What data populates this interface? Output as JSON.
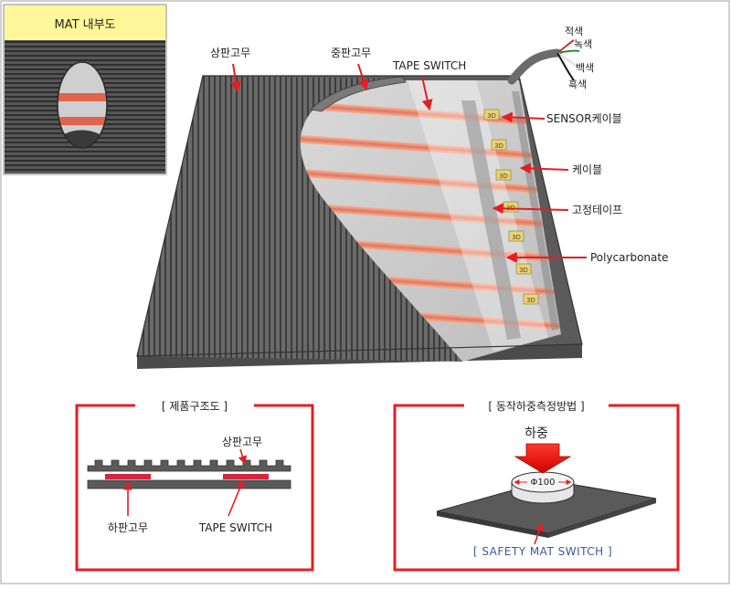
{
  "main_diagram": {
    "labels": {
      "top_rubber": "상판고무",
      "middle_rubber": "중판고무",
      "tape_switch": "TAPE SWITCH",
      "sensor_cable": "SENSOR케이블",
      "cable": "케이블",
      "fixing_tape": "고정테이프",
      "polycarbonate": "Polycarbonate"
    },
    "wires": [
      "적색",
      "녹색",
      "백색",
      "흑색"
    ],
    "connector_text": "3D"
  },
  "inset": {
    "title": "MAT 내부도"
  },
  "structure_panel": {
    "title": "[ 제품구조도 ]",
    "labels": {
      "top_rubber": "상판고무",
      "bottom_rubber": "하판고무",
      "tape_switch": "TAPE SWITCH"
    }
  },
  "method_panel": {
    "title": "[ 동작하중측정방법 ]",
    "load_label": "하중",
    "diameter_label": "Φ100",
    "caption": "[ SAFETY MAT SWITCH ]"
  },
  "colors": {
    "accent_red": "#e31e24",
    "title_yellow": "#fff799",
    "mat_dark": "#5e5e5e",
    "tape_orange": "#f0a586",
    "caption_blue": "#3b5a9a"
  }
}
